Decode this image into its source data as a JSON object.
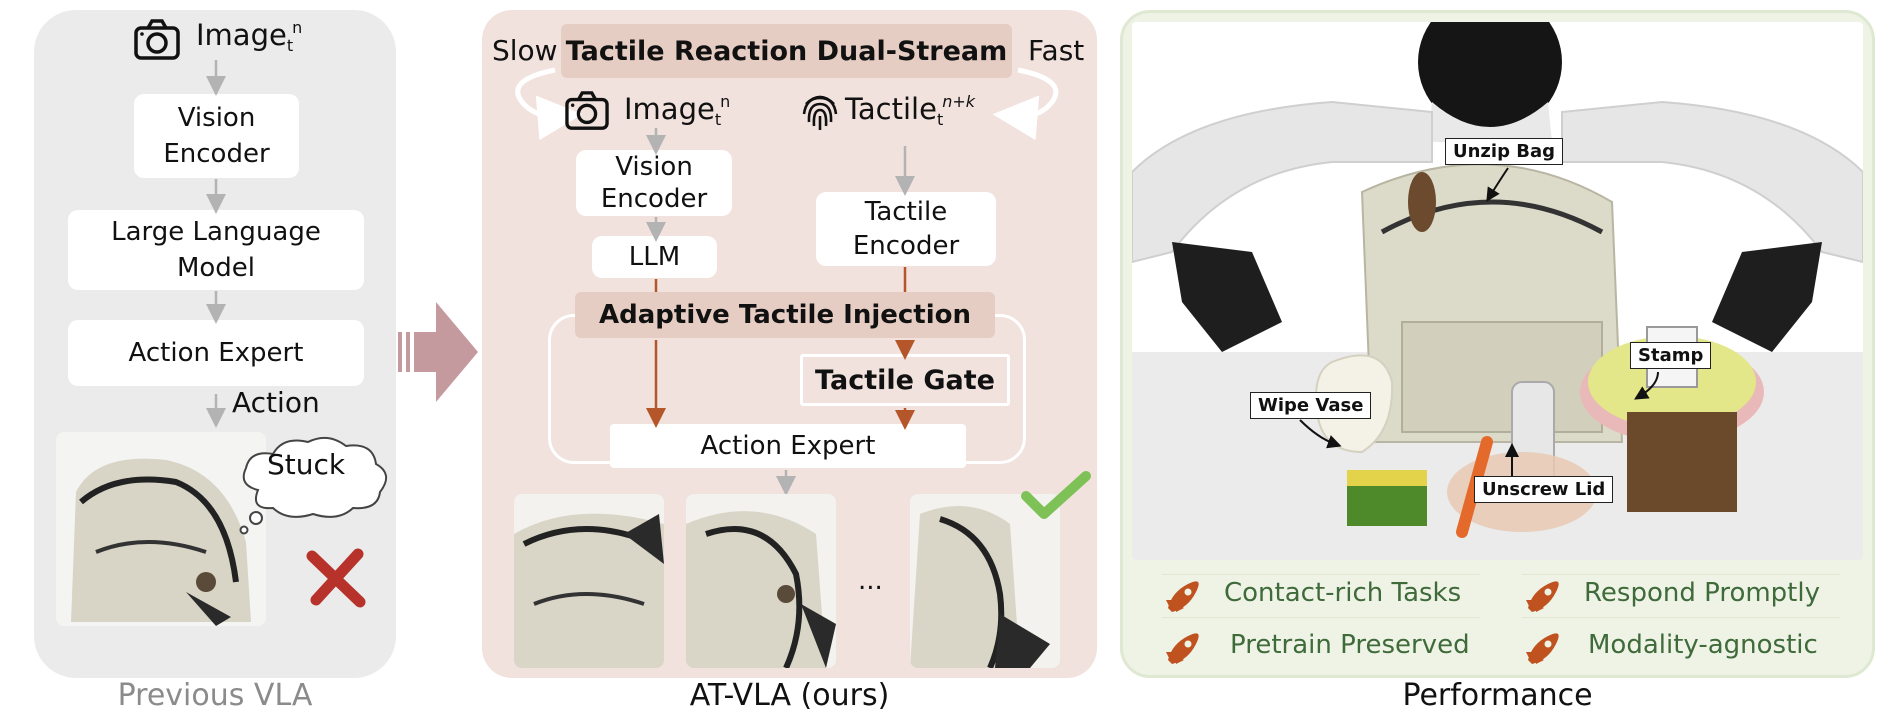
{
  "previous": {
    "image_label": "Image",
    "image_sub": "t",
    "image_sup": "n",
    "vision_encoder": "Vision\nEncoder",
    "llm": "Large Language\nModel",
    "action_expert": "Action Expert",
    "action": "Action",
    "stuck": "Stuck",
    "caption": "Previous VLA"
  },
  "atvla": {
    "slow": "Slow",
    "fast": "Fast",
    "dual_stream": "Tactile Reaction Dual-Stream",
    "image_label": "Image",
    "image_sub": "t",
    "image_sup": "n",
    "tactile_label": "Tactile",
    "tactile_sub": "t",
    "tactile_sup": "n+k",
    "vision_encoder": "Vision\nEncoder",
    "llm": "LLM",
    "tactile_encoder": "Tactile\nEncoder",
    "injection": "Adaptive Tactile Injection",
    "gate": "Tactile Gate",
    "action_expert": "Action Expert",
    "ellipsis": "...",
    "caption": "AT-VLA (ours)"
  },
  "performance": {
    "tasks": {
      "unzip": "Unzip Bag",
      "stamp": "Stamp",
      "wipe": "Wipe Vase",
      "unscrew": "Unscrew Lid"
    },
    "features": [
      "Contact-rich Tasks",
      "Respond Promptly",
      "Pretrain Preserved",
      "Modality-agnostic"
    ],
    "caption": "Performance"
  },
  "colors": {
    "arrow_gray": "#b3b3b3",
    "arrow_orange": "#b5552a",
    "big_arrow": "#c59a9f",
    "cross": "#b8322c",
    "check": "#7ec157",
    "rocket": "#c0521f",
    "feature_text": "#3f6a3a"
  }
}
